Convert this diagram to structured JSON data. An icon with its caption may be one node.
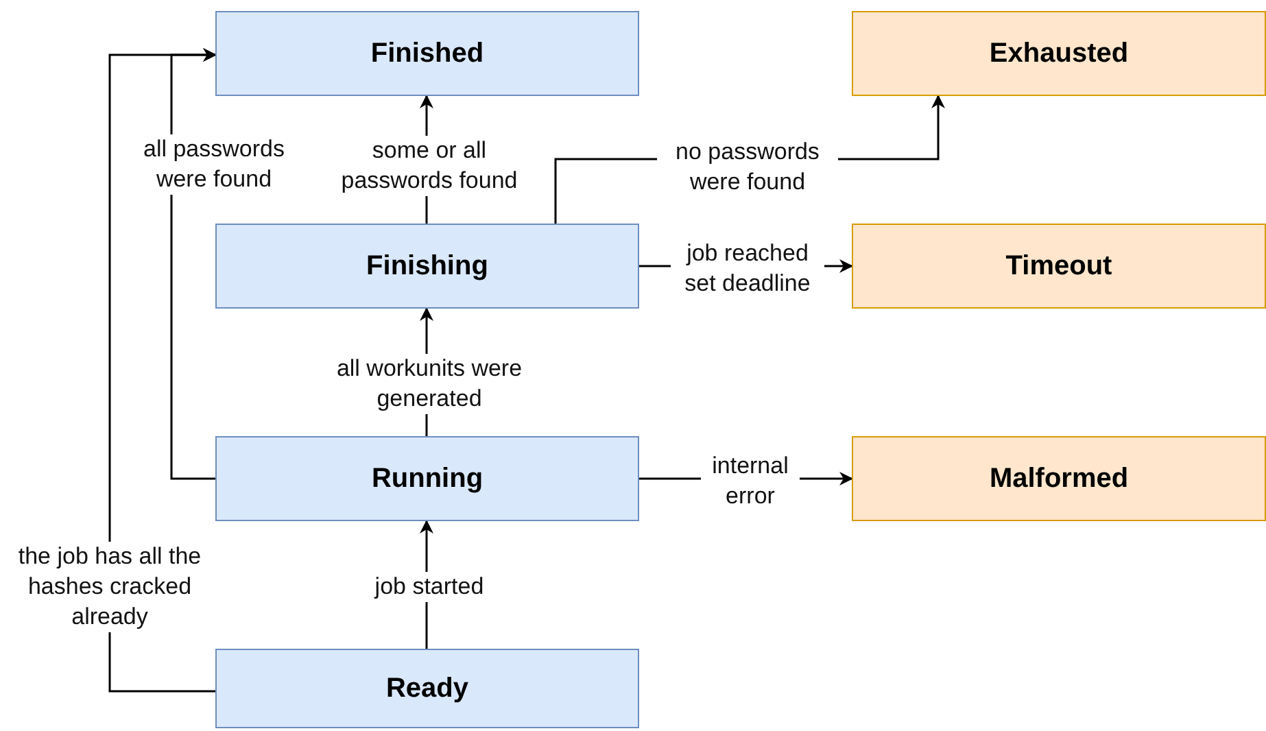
{
  "diagram": {
    "nodes": [
      {
        "text": [
          "Finished"
        ]
      },
      {
        "text": [
          "Exhausted"
        ]
      },
      {
        "text": [
          "Finishing"
        ]
      },
      {
        "text": [
          "Timeout"
        ]
      },
      {
        "text": [
          "Running"
        ]
      },
      {
        "text": [
          "Malformed"
        ]
      },
      {
        "text": [
          "Ready"
        ]
      }
    ],
    "edges": [
      {
        "from": 6,
        "to": 0,
        "arrow": "to",
        "label": "the job has all the hashes cracked already"
      },
      {
        "from": 4,
        "to": 0,
        "arrow": "to",
        "label": "all passwords were found"
      },
      {
        "from": 2,
        "to": 0,
        "arrow": "to",
        "label": "some or all passwords found"
      },
      {
        "from": 2,
        "to": 1,
        "arrow": "to",
        "label": "no passwords were found"
      },
      {
        "from": 2,
        "to": 3,
        "arrow": "to",
        "label": "job reached set deadline"
      },
      {
        "from": 4,
        "to": 2,
        "arrow": "to",
        "label": "all workunits were generated"
      },
      {
        "from": 4,
        "to": 5,
        "arrow": "to",
        "label": "internal error"
      },
      {
        "from": 6,
        "to": 4,
        "arrow": "to",
        "label": "job started"
      }
    ]
  }
}
